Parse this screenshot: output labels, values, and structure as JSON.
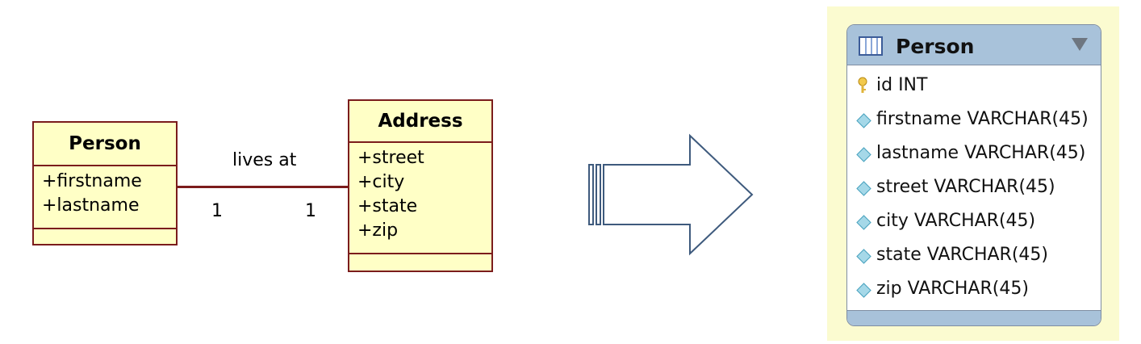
{
  "uml": {
    "person": {
      "name": "Person",
      "attributes": [
        "+firstname",
        "+lastname"
      ]
    },
    "address": {
      "name": "Address",
      "attributes": [
        "+street",
        "+city",
        "+state",
        "+zip"
      ]
    },
    "association": {
      "label": "lives at",
      "multiplicity_left": "1",
      "multiplicity_right": "1"
    }
  },
  "er_table": {
    "name": "Person",
    "columns": [
      {
        "text": "id INT",
        "icon": "key-icon"
      },
      {
        "text": "firstname VARCHAR(45)",
        "icon": "diamond-icon"
      },
      {
        "text": "lastname VARCHAR(45)",
        "icon": "diamond-icon"
      },
      {
        "text": "street VARCHAR(45)",
        "icon": "diamond-icon"
      },
      {
        "text": "city VARCHAR(45)",
        "icon": "diamond-icon"
      },
      {
        "text": "state VARCHAR(45)",
        "icon": "diamond-icon"
      },
      {
        "text": "zip VARCHAR(45)",
        "icon": "diamond-icon"
      }
    ]
  },
  "colors": {
    "uml_fill": "#ffffc6",
    "uml_border": "#7b1c1c",
    "arrow_stroke": "#3e5a7d",
    "er_header": "#a8c2da",
    "er_panel": "#fbfbd0"
  }
}
